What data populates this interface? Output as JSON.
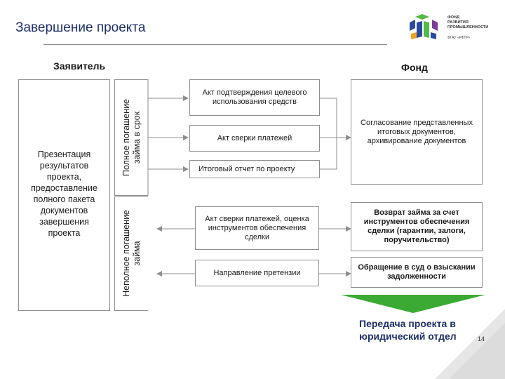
{
  "header": {
    "title": "Завершение проекта",
    "logo_text": "ФОНД\nРАЗВИТИЯ\nПРОМЫШЛЕННОСТИ",
    "logo_sub": "ФГАУ «РФТР»"
  },
  "columns": {
    "applicant": "Заявитель",
    "fund": "Фонд"
  },
  "applicant_box": "Презентация результатов проекта, предоставление полного пакета документов завершения проекта",
  "branches": {
    "full": "Полное погашение\nзайма в срок",
    "partial": "Неполное погашение\nзайма"
  },
  "steps": {
    "act_usage": "Акт подтверждения целевого использования средств",
    "act_payments": "Акт сверки платежей",
    "final_report": "Итоговый отчет по проекту",
    "act_payments_eval": "Акт сверки платежей, оценка инструментов обеспечения сделки",
    "claim": "Направление претензии"
  },
  "fund_actions": {
    "approval": "Согласование представленных итоговых документов, архивирование документов",
    "return": "Возврат займа за счет инструментов обеспечения сделки (гарантии, залоги, поручительство)",
    "court": "Обращение в суд о взыскании задолженности"
  },
  "transfer": "Передача проекта в юридический отдел",
  "page_number": "14",
  "colors": {
    "title": "#1c2f6b",
    "arrow_green": "#3aaa35",
    "logo_blue": "#2a4aa0",
    "logo_green": "#57b947",
    "logo_purple": "#7b3c98",
    "corner_shade": "#e6e6e6"
  }
}
